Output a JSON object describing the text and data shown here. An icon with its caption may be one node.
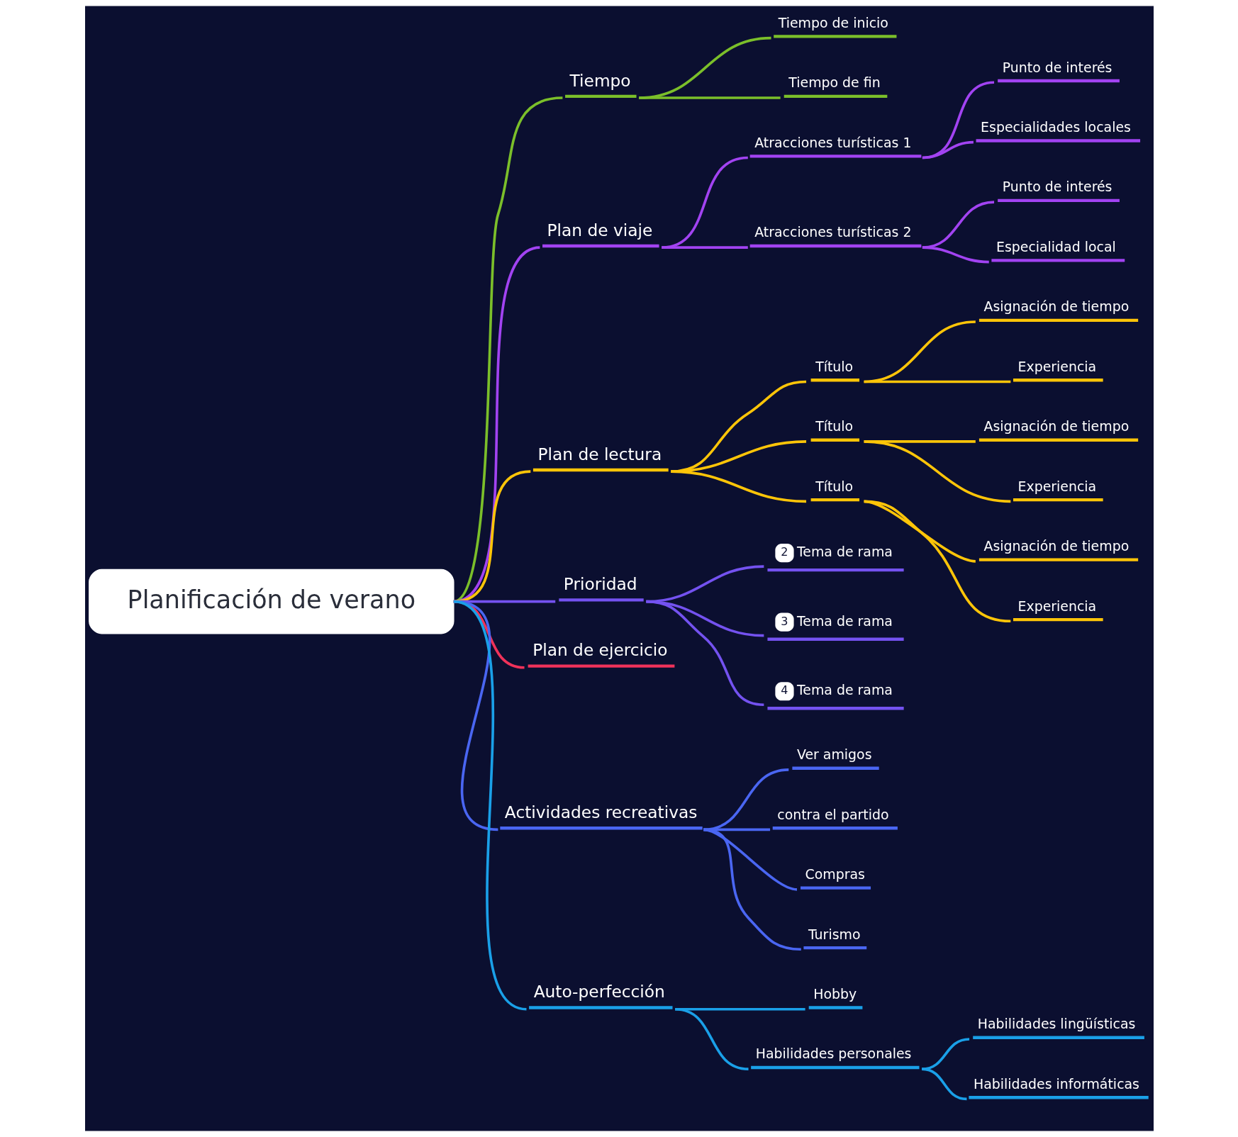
{
  "diagram": {
    "nodes": [
      {
        "text": [
          "Planificación de verano"
        ]
      },
      {
        "text": [
          "Tiempo"
        ]
      },
      {
        "text": [
          "Tiempo de inicio"
        ]
      },
      {
        "text": [
          "Tiempo de fin"
        ]
      },
      {
        "text": [
          "Plan de viaje"
        ]
      },
      {
        "text": [
          "Atracciones turísticas 1"
        ]
      },
      {
        "text": [
          "Punto de interés"
        ]
      },
      {
        "text": [
          "Especialidades locales"
        ]
      },
      {
        "text": [
          "Atracciones turísticas 2"
        ]
      },
      {
        "text": [
          "Punto de interés"
        ]
      },
      {
        "text": [
          "Especialidad local"
        ]
      },
      {
        "text": [
          "Plan de lectura"
        ]
      },
      {
        "text": [
          "Título"
        ]
      },
      {
        "text": [
          "Asignación de tiempo"
        ]
      },
      {
        "text": [
          "Experiencia"
        ]
      },
      {
        "text": [
          "Título"
        ]
      },
      {
        "text": [
          "Asignación de tiempo"
        ]
      },
      {
        "text": [
          "Experiencia"
        ]
      },
      {
        "text": [
          "Título"
        ]
      },
      {
        "text": [
          "Asignación de tiempo"
        ]
      },
      {
        "text": [
          "Experiencia"
        ]
      },
      {
        "text": [
          "Prioridad"
        ]
      },
      {
        "text": [
          "2",
          "Tema de rama"
        ]
      },
      {
        "text": [
          "3",
          "Tema de rama"
        ]
      },
      {
        "text": [
          "4",
          "Tema de rama"
        ]
      },
      {
        "text": [
          "Plan de ejercicio"
        ]
      },
      {
        "text": [
          "Actividades recreativas"
        ]
      },
      {
        "text": [
          "Ver amigos"
        ]
      },
      {
        "text": [
          "contra el partido"
        ]
      },
      {
        "text": [
          "Compras"
        ]
      },
      {
        "text": [
          "Turismo"
        ]
      },
      {
        "text": [
          "Auto-perfección"
        ]
      },
      {
        "text": [
          "Hobby"
        ]
      },
      {
        "text": [
          "Habilidades personales"
        ]
      },
      {
        "text": [
          "Habilidades lingüísticas"
        ]
      },
      {
        "text": [
          "Habilidades informáticas"
        ]
      }
    ],
    "edges": [
      {
        "from": 0,
        "to": 1,
        "arrow": "none",
        "color": "#7bbf2a"
      },
      {
        "from": 1,
        "to": 2,
        "arrow": "none",
        "color": "#7bbf2a"
      },
      {
        "from": 1,
        "to": 3,
        "arrow": "none",
        "color": "#7bbf2a"
      },
      {
        "from": 0,
        "to": 4,
        "arrow": "none",
        "color": "#a243f2"
      },
      {
        "from": 4,
        "to": 5,
        "arrow": "none",
        "color": "#a243f2"
      },
      {
        "from": 5,
        "to": 6,
        "arrow": "none",
        "color": "#a243f2"
      },
      {
        "from": 5,
        "to": 7,
        "arrow": "none",
        "color": "#a243f2"
      },
      {
        "from": 4,
        "to": 8,
        "arrow": "none",
        "color": "#a243f2"
      },
      {
        "from": 8,
        "to": 9,
        "arrow": "none",
        "color": "#a243f2"
      },
      {
        "from": 8,
        "to": 10,
        "arrow": "none",
        "color": "#a243f2"
      },
      {
        "from": 0,
        "to": 11,
        "arrow": "none"
      },
      {
        "from": 11,
        "to": 12,
        "arrow": "none"
      },
      {
        "from": 12,
        "to": 13,
        "arrow": "none"
      },
      {
        "from": 12,
        "to": 14,
        "arrow": "none"
      },
      {
        "from": 11,
        "to": 15,
        "arrow": "none"
      },
      {
        "from": 15,
        "to": 16,
        "arrow": "none"
      },
      {
        "from": 15,
        "to": 17,
        "arrow": "none"
      },
      {
        "from": 11,
        "to": 18,
        "arrow": "none"
      },
      {
        "from": 18,
        "to": 19,
        "arrow": "none"
      },
      {
        "from": 18,
        "to": 20,
        "arrow": "none"
      },
      {
        "from": 0,
        "to": 21,
        "arrow": "none",
        "color": "#7452f0"
      },
      {
        "from": 21,
        "to": 22,
        "arrow": "none",
        "color": "#7452f0"
      },
      {
        "from": 21,
        "to": 23,
        "arrow": "none",
        "color": "#7452f0"
      },
      {
        "from": 21,
        "to": 24,
        "arrow": "none",
        "color": "#7452f0"
      },
      {
        "from": 0,
        "to": 25,
        "arrow": "none",
        "color": "#f0325a"
      },
      {
        "from": 0,
        "to": 26,
        "arrow": "none",
        "color": "#4a66f2"
      },
      {
        "from": 26,
        "to": 27,
        "arrow": "none",
        "color": "#4a66f2"
      },
      {
        "from": 26,
        "to": 28,
        "arrow": "none",
        "color": "#4a66f2"
      },
      {
        "from": 26,
        "to": 29,
        "arrow": "none",
        "color": "#4a66f2"
      },
      {
        "from": 26,
        "to": 30,
        "arrow": "none",
        "color": "#4a66f2"
      },
      {
        "from": 0,
        "to": 31,
        "arrow": "none",
        "color": "#1aa0e8"
      },
      {
        "from": 31,
        "to": 32,
        "arrow": "none",
        "color": "#1aa0e8"
      },
      {
        "from": 31,
        "to": 33,
        "arrow": "none",
        "color": "#1aa0e8"
      },
      {
        "from": 33,
        "to": 34,
        "arrow": "none",
        "color": "#1aa0e8"
      },
      {
        "from": 33,
        "to": 35,
        "arrow": "none",
        "color": "#1aa0e8"
      }
    ]
  }
}
